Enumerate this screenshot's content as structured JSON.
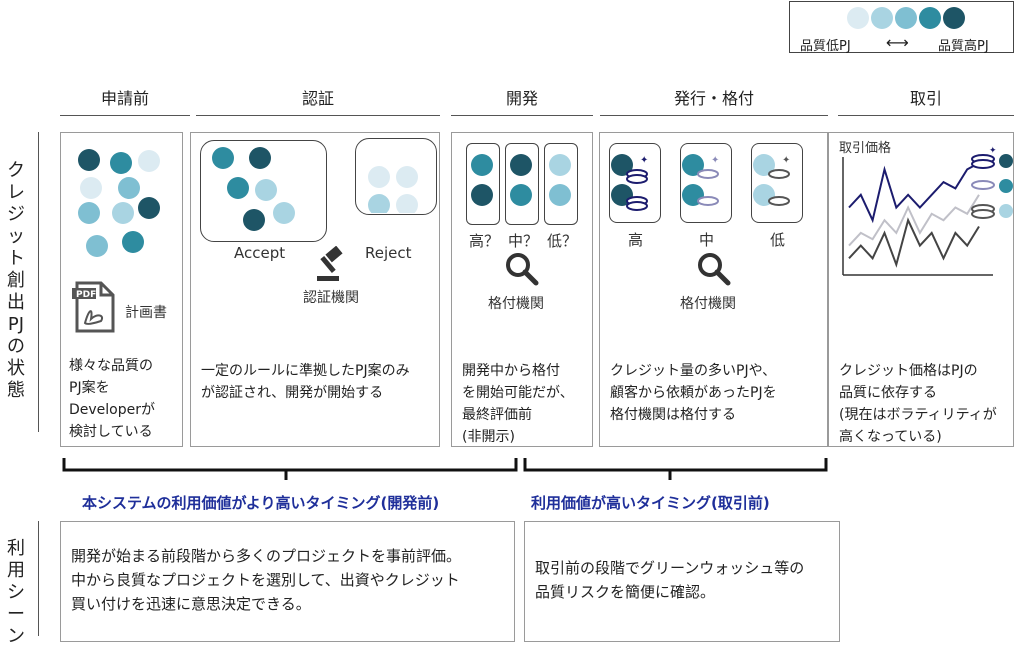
{
  "colors": {
    "q1": "#dcebf2",
    "q2": "#a9d4e2",
    "q3": "#7fbfd2",
    "q4": "#2e8ca0",
    "q5": "#1e5566",
    "navy": "#1c1c6e",
    "timing": "#1f2f9a"
  },
  "legend": {
    "low": "品質低PJ",
    "high": "品質高PJ",
    "arrow": "⟷"
  },
  "left_labels": {
    "state": "クレジット創出PJの状態",
    "use": "利用シーン"
  },
  "stages": {
    "s1": {
      "title": "申請前",
      "doc_label": "計画書",
      "pdf_text": "PDF",
      "desc": "様々な品質の\nPJ案を\nDeveloperが\n検討している"
    },
    "s2": {
      "title": "認証",
      "accept": "Accept",
      "reject": "Reject",
      "agency": "認証機関",
      "desc": "一定のルールに準拠したPJ案のみ\nが認証され、開発が開始する"
    },
    "s3": {
      "title": "開発",
      "q_high": "高？",
      "q_mid": "中？",
      "q_low": "低？",
      "agency": "格付機関",
      "desc": "開発中から格付\nを開始可能だが、\n最終評価前\n(非開示)"
    },
    "s4": {
      "title": "発行・格付",
      "r_high": "高",
      "r_mid": "中",
      "r_low": "低",
      "agency": "格付機関",
      "desc": "クレジット量の多いPJや、\n顧客から依頼があったPJを\n格付機関は格付する"
    },
    "s5": {
      "title": "取引",
      "price_label": "取引価格",
      "desc": "クレジット価格はPJの\n品質に依存する\n(現在はボラティリティが\n高くなっている)"
    }
  },
  "timing": {
    "left": "本システムの利用価値がより高いタイミング(開発前)",
    "right": "利用価値が高いタイミング(取引前)"
  },
  "scenes": {
    "left": "開発が始まる前段階から多くのプロジェクトを事前評価。\n中から良質なプロジェクトを選別して、出資やクレジット\n買い付けを迅速に意思決定できる。",
    "right": "取引前の段階でグリーンウォッシュ等の\n品質リスクを簡便に確認。"
  },
  "chart_data": {
    "type": "line",
    "title": "取引価格",
    "series": [
      {
        "values": [
          5,
          6,
          4,
          8,
          5,
          6,
          5,
          6,
          7,
          6.5,
          8,
          8.5
        ],
        "color": "#1c1c6e"
      },
      {
        "values": [
          2,
          3,
          2.5,
          4,
          3,
          5,
          3,
          4.5,
          4,
          5,
          4.5,
          6
        ],
        "color": "#c0c0c8"
      },
      {
        "values": [
          1,
          2,
          1,
          3,
          0.5,
          4,
          2,
          3,
          1,
          3,
          2,
          3.5
        ],
        "color": "#444444"
      }
    ]
  }
}
